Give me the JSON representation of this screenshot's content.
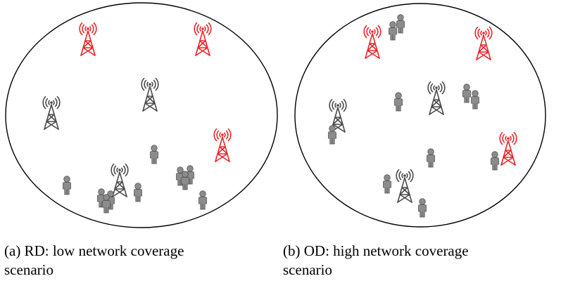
{
  "colors": {
    "outline": "#000000",
    "tower_active": "#e8262b",
    "tower_idle": "#4a4a4a",
    "person": "#8c8c8c",
    "person_stroke": "#555555",
    "background": "#ffffff"
  },
  "icons": {
    "tower": "radio-tower-icon",
    "person": "person-icon"
  },
  "panels": [
    {
      "id": "a",
      "caption_line1": "(a)  RD: low network coverage",
      "caption_line2": "scenario",
      "caption": "(a)  RD: low network coverage scenario"
    },
    {
      "id": "b",
      "caption_line1": "(b)  OD: high network coverage",
      "caption_line2": "scenario",
      "caption": "(b)  OD: high network coverage scenario"
    }
  ]
}
